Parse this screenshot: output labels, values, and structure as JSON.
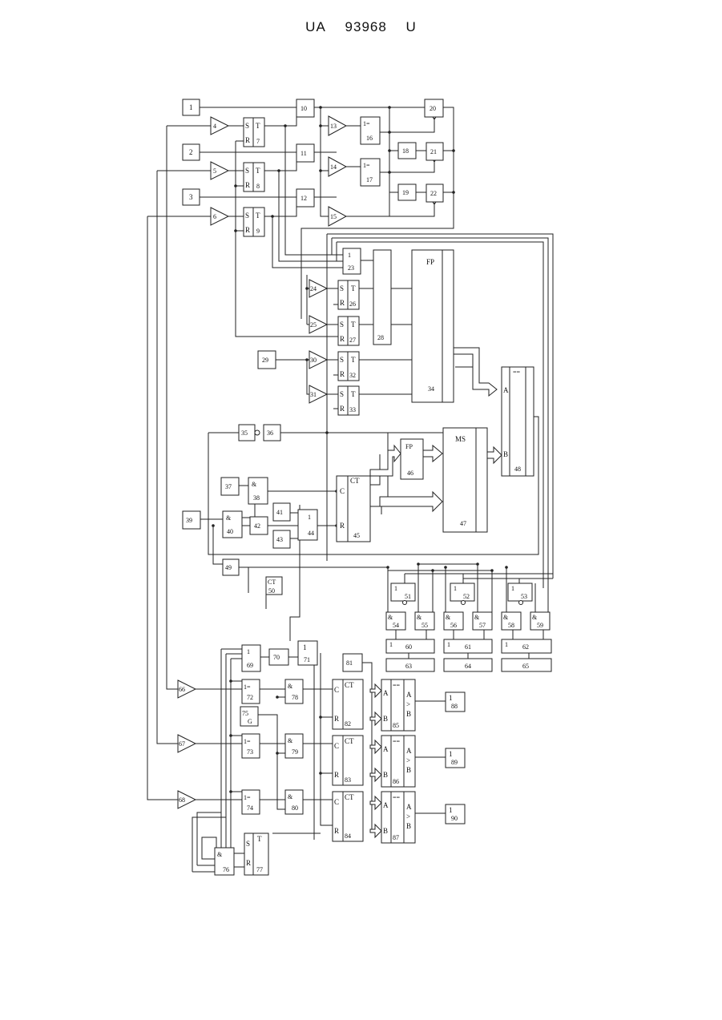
{
  "header": {
    "doc": "UA",
    "number": "93968",
    "kind": "U"
  },
  "labels": {
    "n1": "1",
    "n2": "2",
    "n3": "3",
    "n4": "4",
    "n5": "5",
    "n6": "6",
    "n7": "7",
    "n8": "8",
    "n9": "9",
    "n10": "10",
    "n11": "11",
    "n12": "12",
    "n13": "13",
    "n14": "14",
    "n15": "15",
    "n16": "16",
    "n17": "17",
    "n18": "18",
    "n19": "19",
    "n20": "20",
    "n21": "21",
    "n22": "22",
    "n23": "23",
    "n24": "24",
    "n25": "25",
    "n26": "26",
    "n27": "27",
    "n28": "28",
    "n29": "29",
    "n30": "30",
    "n31": "31",
    "n32": "32",
    "n33": "33",
    "n34": "34",
    "n35": "35",
    "n36": "36",
    "n37": "37",
    "n38": "38",
    "n39": "39",
    "n40": "40",
    "n41": "41",
    "n42": "42",
    "n43": "43",
    "n44": "44",
    "n45": "45",
    "n46": "46",
    "n47": "47",
    "n48": "48",
    "n49": "49",
    "n50": "50",
    "n51": "51",
    "n52": "52",
    "n53": "53",
    "n54": "54",
    "n55": "55",
    "n56": "56",
    "n57": "57",
    "n58": "58",
    "n59": "59",
    "n60": "60",
    "n61": "61",
    "n62": "62",
    "n63": "63",
    "n64": "64",
    "n65": "65",
    "n66": "66",
    "n67": "67",
    "n68": "68",
    "n69": "69",
    "n70": "70",
    "n71": "71",
    "n72": "72",
    "n73": "73",
    "n74": "74",
    "n75": "75",
    "n76": "76",
    "n77": "77",
    "n78": "78",
    "n79": "79",
    "n80": "80",
    "n81": "81",
    "n82": "82",
    "n83": "83",
    "n84": "84",
    "n85": "85",
    "n86": "86",
    "n87": "87",
    "n88": "88",
    "n89": "89",
    "n90": "90"
  },
  "symbols": {
    "S": "S",
    "R": "R",
    "T": "T",
    "C": "C",
    "A": "A",
    "B": "B",
    "one": "1",
    "xor": "1=",
    "and": "&",
    "CT": "CT",
    "FP": "FP",
    "MS": "MS",
    "G": "G",
    "gt": ">",
    "eq": "=="
  }
}
